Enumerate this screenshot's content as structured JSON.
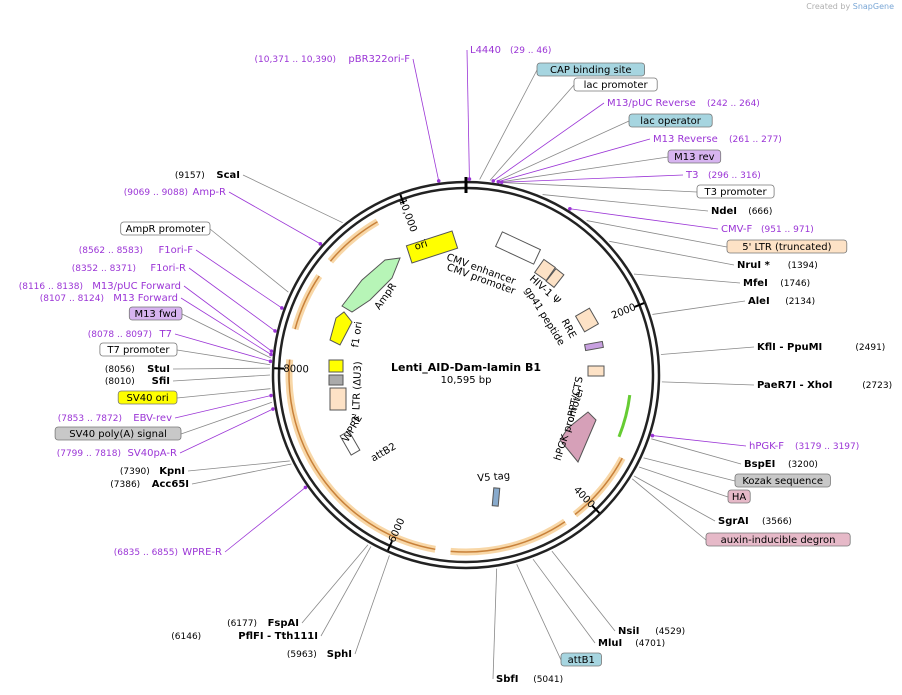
{
  "header": {
    "credit_prefix": "Created by",
    "credit_brand": "SnapGene"
  },
  "plasmid": {
    "name": "Lenti_AID-Dam-lamin B1",
    "length": "10,595 bp"
  },
  "ruler": [
    "2000",
    "4000",
    "6000",
    "8000",
    "10,000"
  ],
  "features": [
    {
      "label": "ori",
      "color": "#ffff00"
    },
    {
      "label": "CMV enhancer",
      "color": "#ffffff"
    },
    {
      "label": "CMV promoter",
      "color": "#ffffff"
    },
    {
      "label": "HIV-1 Ψ",
      "color": "#ffffff"
    },
    {
      "label": "gp41 peptide",
      "color": "#ffffff"
    },
    {
      "label": "RRE",
      "color": "#ffffff"
    },
    {
      "label": "cPPT/CTS",
      "color": "#ffffff"
    },
    {
      "label": "hPGK promoter",
      "color": "#ffffff"
    },
    {
      "label": "V5 tag",
      "color": "#ffffff"
    },
    {
      "label": "attB2",
      "color": "#ffffff"
    },
    {
      "label": "WPRE",
      "color": "#ffffff"
    },
    {
      "label": "3' LTR (ΔU3)",
      "color": "#ffffff"
    },
    {
      "label": "f1 ori",
      "color": "#ffffff"
    },
    {
      "label": "AmpR",
      "color": "#ffffff"
    }
  ],
  "left_labels": [
    {
      "name": "pBR322ori-F",
      "coord": "(10,371 .. 10,390)",
      "kind": "primer"
    },
    {
      "name": "ScaI",
      "coord": "(9157)",
      "kind": "enzyme"
    },
    {
      "name": "Amp-R",
      "coord": "(9069 .. 9088)",
      "kind": "primer"
    },
    {
      "name": "AmpR promoter",
      "coord": "",
      "kind": "box",
      "color": "#ffffff"
    },
    {
      "name": "F1ori-F",
      "coord": "(8562 .. 8583)",
      "kind": "primer"
    },
    {
      "name": "F1ori-R",
      "coord": "(8352 .. 8371)",
      "kind": "primer"
    },
    {
      "name": "M13/pUC Forward",
      "coord": "(8116 .. 8138)",
      "kind": "primer"
    },
    {
      "name": "M13 Forward",
      "coord": "(8107 .. 8124)",
      "kind": "primer"
    },
    {
      "name": "M13 fwd",
      "coord": "",
      "kind": "box",
      "color": "#d7b4f0"
    },
    {
      "name": "T7",
      "coord": "(8078 .. 8097)",
      "kind": "primer"
    },
    {
      "name": "T7 promoter",
      "coord": "",
      "kind": "box",
      "color": "#ffffff"
    },
    {
      "name": "StuI",
      "coord": "(8056)",
      "kind": "enzyme"
    },
    {
      "name": "SfiI",
      "coord": "(8010)",
      "kind": "enzyme"
    },
    {
      "name": "SV40 ori",
      "coord": "",
      "kind": "box",
      "color": "#ffff00"
    },
    {
      "name": "EBV-rev",
      "coord": "(7853 .. 7872)",
      "kind": "primer"
    },
    {
      "name": "SV40 poly(A) signal",
      "coord": "",
      "kind": "box",
      "color": "#c8c8c8"
    },
    {
      "name": "SV40pA-R",
      "coord": "(7799 .. 7818)",
      "kind": "primer"
    },
    {
      "name": "KpnI",
      "coord": "(7390)",
      "kind": "enzyme"
    },
    {
      "name": "Acc65I",
      "coord": "(7386)",
      "kind": "enzyme"
    },
    {
      "name": "WPRE-R",
      "coord": "(6835 .. 6855)",
      "kind": "primer"
    },
    {
      "name": "FspAI",
      "coord": "(6177)",
      "kind": "enzyme"
    },
    {
      "name": "PflFI  - Tth111I",
      "coord": "(6146)",
      "kind": "enzyme"
    },
    {
      "name": "SphI",
      "coord": "(5963)",
      "kind": "enzyme"
    }
  ],
  "right_labels": [
    {
      "name": "L4440",
      "coord": "(29 .. 46)",
      "kind": "primer"
    },
    {
      "name": "CAP binding site",
      "coord": "",
      "kind": "box",
      "color": "#a6d5e0"
    },
    {
      "name": "lac promoter",
      "coord": "",
      "kind": "box",
      "color": "#ffffff"
    },
    {
      "name": "M13/pUC Reverse",
      "coord": "(242 .. 264)",
      "kind": "primer"
    },
    {
      "name": "lac operator",
      "coord": "",
      "kind": "box",
      "color": "#a6d5e0"
    },
    {
      "name": "M13 Reverse",
      "coord": "(261 .. 277)",
      "kind": "primer"
    },
    {
      "name": "M13 rev",
      "coord": "",
      "kind": "box",
      "color": "#d7b4f0"
    },
    {
      "name": "T3",
      "coord": "(296 .. 316)",
      "kind": "primer"
    },
    {
      "name": "T3 promoter",
      "coord": "",
      "kind": "box",
      "color": "#ffffff"
    },
    {
      "name": "NdeI",
      "coord": "(666)",
      "kind": "enzyme"
    },
    {
      "name": "CMV-F",
      "coord": "(951 .. 971)",
      "kind": "primer"
    },
    {
      "name": "5' LTR (truncated)",
      "coord": "",
      "kind": "box",
      "color": "#fde2c6"
    },
    {
      "name": "NruI *",
      "coord": "(1394)",
      "kind": "enzyme"
    },
    {
      "name": "MfeI",
      "coord": "(1746)",
      "kind": "enzyme"
    },
    {
      "name": "AleI",
      "coord": "(2134)",
      "kind": "enzyme"
    },
    {
      "name": "KflI  - PpuMI",
      "coord": "(2491)",
      "kind": "enzyme"
    },
    {
      "name": "PaeR7I  - XhoI",
      "coord": "(2723)",
      "kind": "enzyme"
    },
    {
      "name": "hPGK-F",
      "coord": "(3179 .. 3197)",
      "kind": "primer"
    },
    {
      "name": "BspEI",
      "coord": "(3200)",
      "kind": "enzyme"
    },
    {
      "name": "Kozak sequence",
      "coord": "",
      "kind": "box",
      "color": "#c8c8c8"
    },
    {
      "name": "HA",
      "coord": "",
      "kind": "box",
      "color": "#e6b9c8"
    },
    {
      "name": "SgrAI",
      "coord": "(3566)",
      "kind": "enzyme"
    },
    {
      "name": "auxin-inducible degron",
      "coord": "",
      "kind": "box",
      "color": "#e6b9c8"
    },
    {
      "name": "NsiI",
      "coord": "(4529)",
      "kind": "enzyme"
    },
    {
      "name": "MluI",
      "coord": "(4701)",
      "kind": "enzyme"
    },
    {
      "name": "attB1",
      "coord": "",
      "kind": "box",
      "color": "#a6d5e0"
    },
    {
      "name": "SbfI",
      "coord": "(5041)",
      "kind": "enzyme"
    }
  ],
  "colors": {
    "primer": "#9b35d6",
    "enzyme": "#000000",
    "orf_band": "#f6c98a",
    "arrow_dark": "#c8813a"
  }
}
